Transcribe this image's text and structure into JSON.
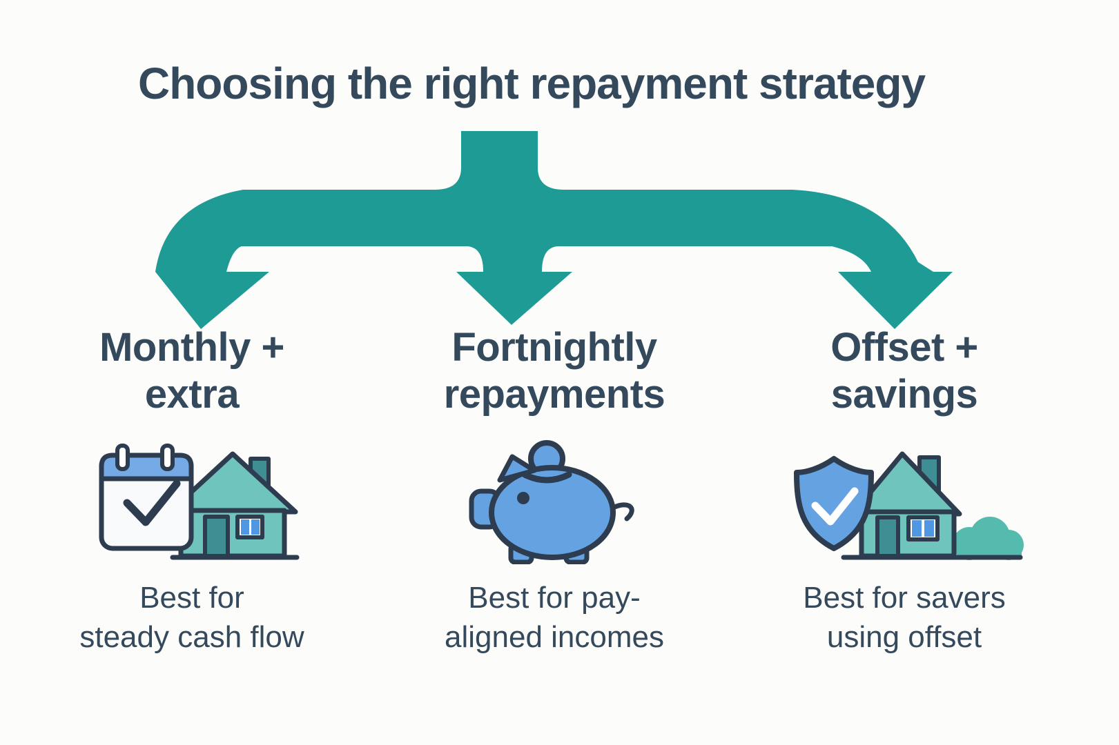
{
  "title": "Choosing the right repayment strategy",
  "colors": {
    "background": "#fcfcfa",
    "arrow": "#1e9b95",
    "heading": "#35495c",
    "outline": "#2d3c4e",
    "blue": "#64a2e2",
    "blue_light": "#74abe6",
    "blue_dark": "#4f96e3",
    "teal_light": "#6fc4be",
    "teal_dark": "#3f8e93",
    "bush": "#55bbae"
  },
  "branches": [
    {
      "heading_line1": "Monthly +",
      "heading_line2": "extra",
      "caption_line1": "Best for",
      "caption_line2": "steady cash flow",
      "icon": "calendar-house-icon"
    },
    {
      "heading_line1": "Fortnightly",
      "heading_line2": "repayments",
      "caption_line1": "Best for pay-",
      "caption_line2": "aligned incomes",
      "icon": "piggy-bank-icon"
    },
    {
      "heading_line1": "Offset +",
      "heading_line2": "savings",
      "caption_line1": "Best for savers",
      "caption_line2": "using offset",
      "icon": "shield-house-icon"
    }
  ]
}
